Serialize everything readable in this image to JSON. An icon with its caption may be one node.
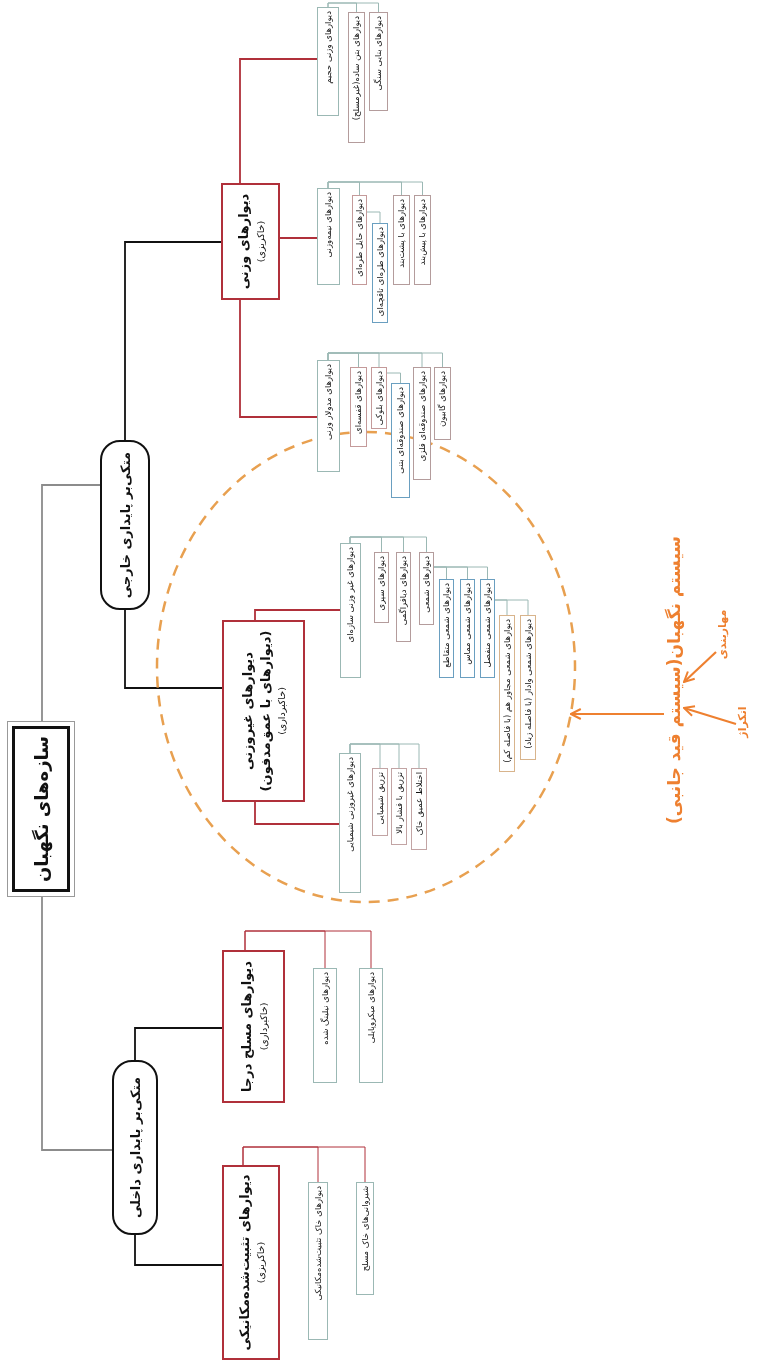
{
  "diagram": {
    "nodes": [
      {
        "text": [
          "سازه‌های نگهبان"
        ]
      },
      {
        "text": [
          "متکی‌بر پایداری داخلی"
        ]
      },
      {
        "text": [
          "متکی‌بر پایداری خارجی"
        ]
      },
      {
        "text": [
          "دیوارهای تثبیت‌شده‌مکانیکی",
          "(خاکریزی)"
        ]
      },
      {
        "text": [
          "دیوارهای خاک تثبیت‌شده‌مکانیکی"
        ]
      },
      {
        "text": [
          "شیروانی‌های خاک مسلح"
        ]
      },
      {
        "text": [
          "دیوارهای مسلح درجا",
          "(خاکبرداری)"
        ]
      },
      {
        "text": [
          "دیوارهای نیلینگ شده"
        ]
      },
      {
        "text": [
          "دیوارهای میکروپایلی"
        ]
      },
      {
        "text": [],
        "shape": "circle"
      },
      {
        "text": [
          "دیوارهای غیروزنی (دیوارهای با عمق‌مدفون)",
          "(خاکبرداری)"
        ],
        "in": 9
      },
      {
        "text": [
          "دیوارهای غیروزنی شیمیایی"
        ],
        "in": 9
      },
      {
        "text": [
          "تزریق شیمیایی"
        ],
        "in": 9
      },
      {
        "text": [
          "تزریق با فشار بالا"
        ],
        "in": 9
      },
      {
        "text": [
          "اختلاط عمیق خاک"
        ],
        "in": 9
      },
      {
        "text": [
          "دیوارهای غیر وزنی سازه‌ای"
        ],
        "in": 9
      },
      {
        "text": [
          "دیوارهای سپری"
        ],
        "in": 9
      },
      {
        "text": [
          "دیوارهای دیافراگمی"
        ],
        "in": 9
      },
      {
        "text": [
          "دیوارهای شمعی"
        ],
        "in": 9
      },
      {
        "text": [
          "دیوارهای شمعی متقاطع"
        ],
        "in": 9
      },
      {
        "text": [
          "دیوارهای شمعی مماس"
        ],
        "in": 9
      },
      {
        "text": [
          "دیوارهای شمعی منفصل"
        ],
        "in": 9
      },
      {
        "text": [
          "دیوارهای شمعی مجاور هم (با فاصله کم)"
        ],
        "in": 9
      },
      {
        "text": [
          "دیوارهای شمعی وادار (با فاصله زیاد)"
        ],
        "in": 9
      },
      {
        "text": [
          "دیوارهای وزنی",
          "(خاکریزی)"
        ]
      },
      {
        "text": [
          "دیوارهای مدولار وزنی"
        ]
      },
      {
        "text": [
          "دیوارهای قفسه‌ای"
        ]
      },
      {
        "text": [
          "دیوارهای بلوکی"
        ]
      },
      {
        "text": [
          "دیوارهای صندوقه‌ای بتنی"
        ]
      },
      {
        "text": [
          "دیوارهای صندوقه‌ای فلزی"
        ]
      },
      {
        "text": [
          "دیوارهای گابیون"
        ]
      },
      {
        "text": [
          "دیوارهای نیمه‌وزنی"
        ]
      },
      {
        "text": [
          "دیوارهای حایل طره‌ای"
        ]
      },
      {
        "text": [
          "دیوارهای طره‌ای تاقچه‌ای"
        ]
      },
      {
        "text": [
          "دیوارهای با پشت‌بند"
        ]
      },
      {
        "text": [
          "دیوارهای با پیش‌بند"
        ]
      },
      {
        "text": [
          "دیوارهای وزنی حجیم"
        ]
      },
      {
        "text": [
          "دیوارهای بتن ساده(غیرمسلح)"
        ]
      },
      {
        "text": [
          "دیوارهای بنایی سنگی"
        ]
      },
      {
        "text": [
          "سیستم نگهبان(سیستم قید جانبی)"
        ]
      },
      {
        "text": [
          "مهاربندی"
        ]
      },
      {
        "text": [
          "انکراژ"
        ]
      }
    ],
    "edges": [
      {
        "from": 0,
        "to": 1,
        "arrow": "none",
        "color": "#8c8c8c"
      },
      {
        "from": 0,
        "to": 2,
        "arrow": "none",
        "color": "#8c8c8c"
      },
      {
        "from": 1,
        "to": 3,
        "arrow": "none",
        "color": "#111111"
      },
      {
        "from": 1,
        "to": 6,
        "arrow": "none",
        "color": "#111111"
      },
      {
        "from": 3,
        "to": 4,
        "arrow": "none",
        "color": "#b0303a"
      },
      {
        "from": 3,
        "to": 5,
        "arrow": "none",
        "color": "#b0303a"
      },
      {
        "from": 6,
        "to": 7,
        "arrow": "none",
        "color": "#b0303a"
      },
      {
        "from": 6,
        "to": 8,
        "arrow": "none",
        "color": "#b0303a"
      },
      {
        "from": 2,
        "to": 10,
        "arrow": "none",
        "color": "#111111"
      },
      {
        "from": 2,
        "to": 24,
        "arrow": "none",
        "color": "#111111"
      },
      {
        "from": 10,
        "to": 11,
        "arrow": "none",
        "color": "#b0303a"
      },
      {
        "from": 10,
        "to": 15,
        "arrow": "none",
        "color": "#b0303a"
      },
      {
        "from": 11,
        "to": 12,
        "arrow": "none"
      },
      {
        "from": 11,
        "to": 13,
        "arrow": "none"
      },
      {
        "from": 11,
        "to": 14,
        "arrow": "none"
      },
      {
        "from": 15,
        "to": 16,
        "arrow": "none"
      },
      {
        "from": 15,
        "to": 17,
        "arrow": "none"
      },
      {
        "from": 15,
        "to": 18,
        "arrow": "none"
      },
      {
        "from": 18,
        "to": 19,
        "arrow": "none"
      },
      {
        "from": 18,
        "to": 20,
        "arrow": "none"
      },
      {
        "from": 18,
        "to": 21,
        "arrow": "none"
      },
      {
        "from": 21,
        "to": 22,
        "arrow": "none"
      },
      {
        "from": 21,
        "to": 23,
        "arrow": "none"
      },
      {
        "from": 24,
        "to": 25,
        "arrow": "none",
        "color": "#b0303a"
      },
      {
        "from": 24,
        "to": 31,
        "arrow": "none",
        "color": "#b0303a"
      },
      {
        "from": 24,
        "to": 36,
        "arrow": "none",
        "color": "#b0303a"
      },
      {
        "from": 25,
        "to": 26,
        "arrow": "none"
      },
      {
        "from": 25,
        "to": 27,
        "arrow": "none"
      },
      {
        "from": 27,
        "to": 28,
        "arrow": "none"
      },
      {
        "from": 25,
        "to": 29,
        "arrow": "none"
      },
      {
        "from": 25,
        "to": 30,
        "arrow": "none"
      },
      {
        "from": 31,
        "to": 32,
        "arrow": "none"
      },
      {
        "from": 32,
        "to": 33,
        "arrow": "none"
      },
      {
        "from": 31,
        "to": 34,
        "arrow": "none"
      },
      {
        "from": 31,
        "to": 35,
        "arrow": "none"
      },
      {
        "from": 36,
        "to": 37,
        "arrow": "none"
      },
      {
        "from": 36,
        "to": 38,
        "arrow": "none"
      },
      {
        "from": 39,
        "to": 9,
        "arrow": "to",
        "color": "#ee8030"
      },
      {
        "from": 40,
        "to": 39,
        "arrow": "to",
        "color": "#ee8030"
      },
      {
        "from": 41,
        "to": 39,
        "arrow": "to",
        "color": "#ee8030"
      }
    ]
  }
}
